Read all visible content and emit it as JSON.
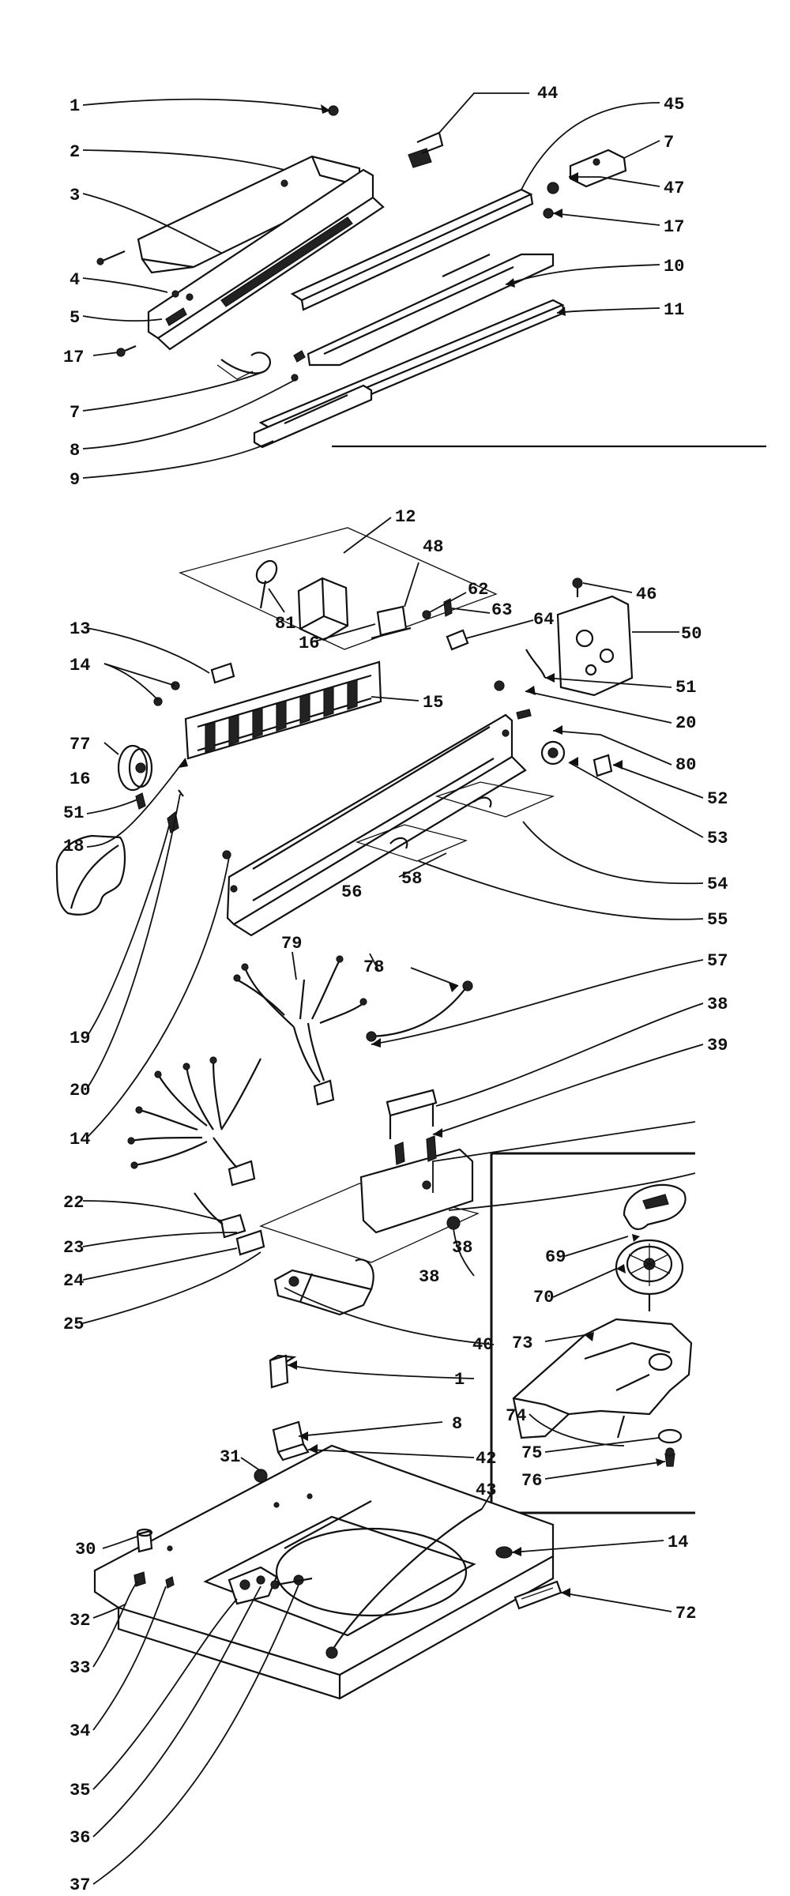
{
  "labels": {
    "p1": "1",
    "p2": "2",
    "p3": "3",
    "p4": "4",
    "p5": "5",
    "p17a": "17",
    "p7a": "7",
    "p8a": "8",
    "p9": "9",
    "p44a": "44",
    "p45": "45",
    "p7b": "7",
    "p47": "47",
    "p17b": "17",
    "p10": "10",
    "p11": "11",
    "p12": "12",
    "p48": "48",
    "p62": "62",
    "p63": "63",
    "p64": "64",
    "p46": "46",
    "p50": "50",
    "p81": "81",
    "p16a": "16",
    "p13": "13",
    "p14a": "14",
    "p77": "77",
    "p15": "15",
    "p16b": "16",
    "p51a": "51",
    "p18": "18",
    "p19": "19",
    "p20a": "20",
    "p14b": "14",
    "p51b": "51",
    "p20b": "20",
    "p80": "80",
    "p52": "52",
    "p53": "53",
    "p54": "54",
    "p58": "58",
    "p56": "56",
    "p55": "55",
    "p79": "79",
    "p78": "78",
    "p57": "57",
    "p38a": "38",
    "p39": "39",
    "p22": "22",
    "p23": "23",
    "p24": "24",
    "p25": "25",
    "p38b": "38",
    "p38c": "38",
    "p40": "40",
    "p1b": "1",
    "p8b": "8",
    "p42": "42",
    "p31": "31",
    "p43": "43",
    "p69": "69",
    "p70": "70",
    "p73": "73",
    "p74": "74",
    "p75": "75",
    "p76": "76",
    "p30": "30",
    "p14c": "14",
    "p32": "32",
    "p33": "33",
    "p34": "34",
    "p35": "35",
    "p36": "36",
    "p37": "37",
    "p72": "72"
  }
}
